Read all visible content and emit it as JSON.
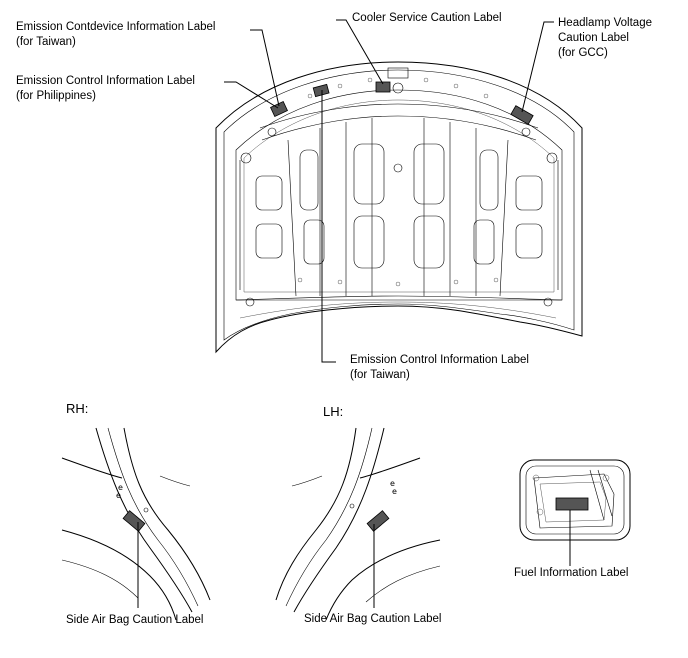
{
  "labels": {
    "contdevice": {
      "line1": "Emission Contdevice Information Label",
      "line2": "(for Taiwan)"
    },
    "philippines": {
      "line1": "Emission Control Information Label",
      "line2": "(for Philippines)"
    },
    "cooler": {
      "line1": "Cooler Service Caution Label"
    },
    "headlamp": {
      "line1": "Headlamp Voltage",
      "line2": "Caution Label",
      "line3": "(for GCC)"
    },
    "taiwan": {
      "line1": "Emission Control Information Label",
      "line2": "(for Taiwan)"
    },
    "rh_airbag": {
      "line1": "Side Air Bag Caution Label"
    },
    "lh_airbag": {
      "line1": "Side Air Bag Caution Label"
    },
    "fuel": {
      "line1": "Fuel Information Label"
    }
  },
  "sections": {
    "rh": "RH:",
    "lh": "LH:"
  },
  "colors": {
    "sticker": "#555555",
    "line": "#000000"
  }
}
